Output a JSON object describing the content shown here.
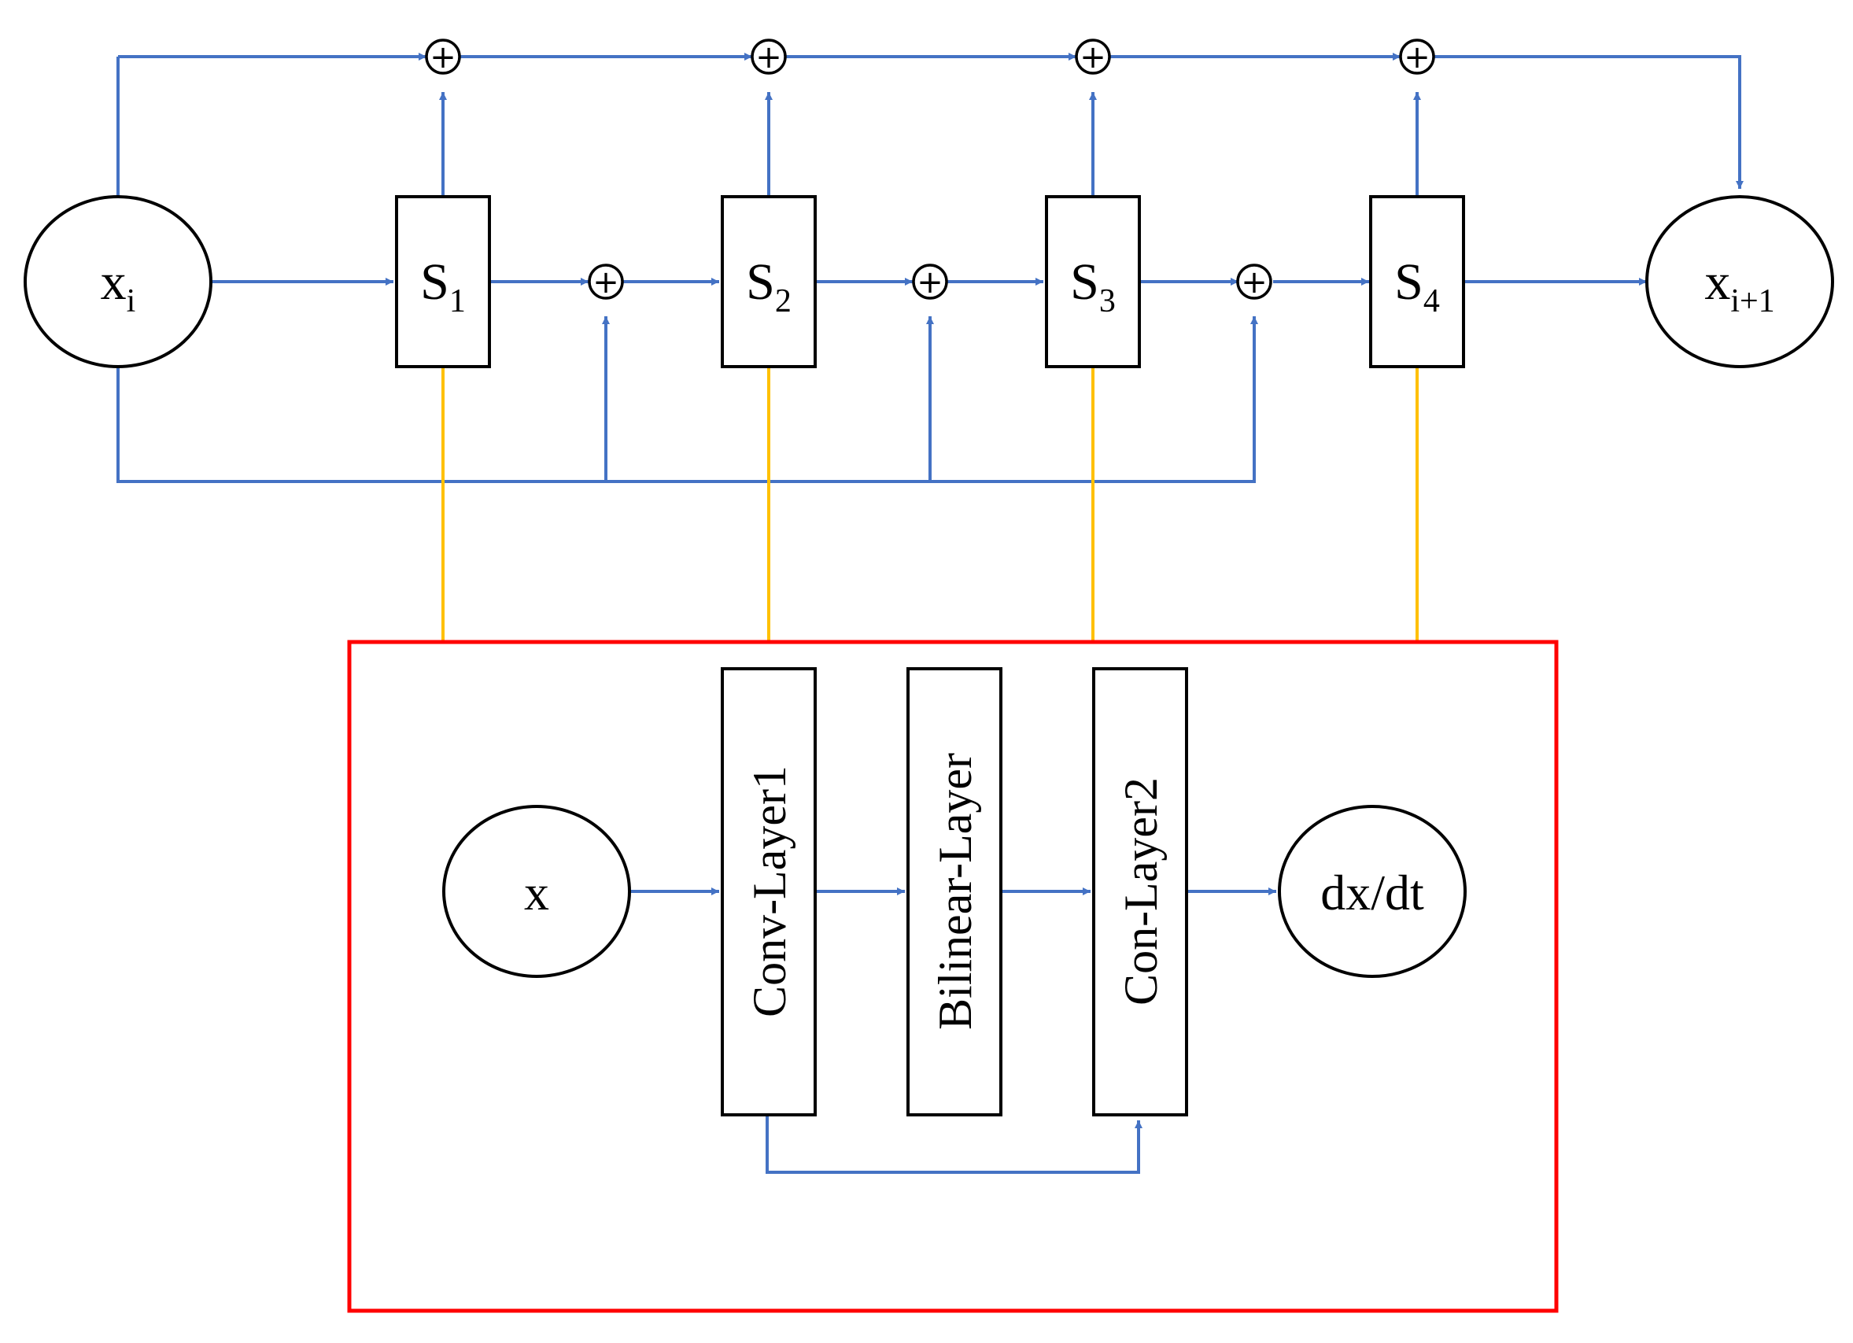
{
  "outer": {
    "input_node": {
      "base": "x",
      "subscript": "i"
    },
    "output_node": {
      "base": "x",
      "subscript": "i+1"
    },
    "stages": [
      {
        "base": "S",
        "subscript": "1"
      },
      {
        "base": "S",
        "subscript": "2"
      },
      {
        "base": "S",
        "subscript": "3"
      },
      {
        "base": "S",
        "subscript": "4"
      }
    ],
    "sum_symbol": "+"
  },
  "inner": {
    "input_node": "x",
    "output_node": "dx/dt",
    "layers": [
      "Conv-Layer1",
      "Bilinear-Layer",
      "Con-Layer2"
    ]
  },
  "colors": {
    "arrow": "#4472C4",
    "stage_link": "#FFC000",
    "inner_frame": "#FF0000",
    "outline": "#000000"
  }
}
